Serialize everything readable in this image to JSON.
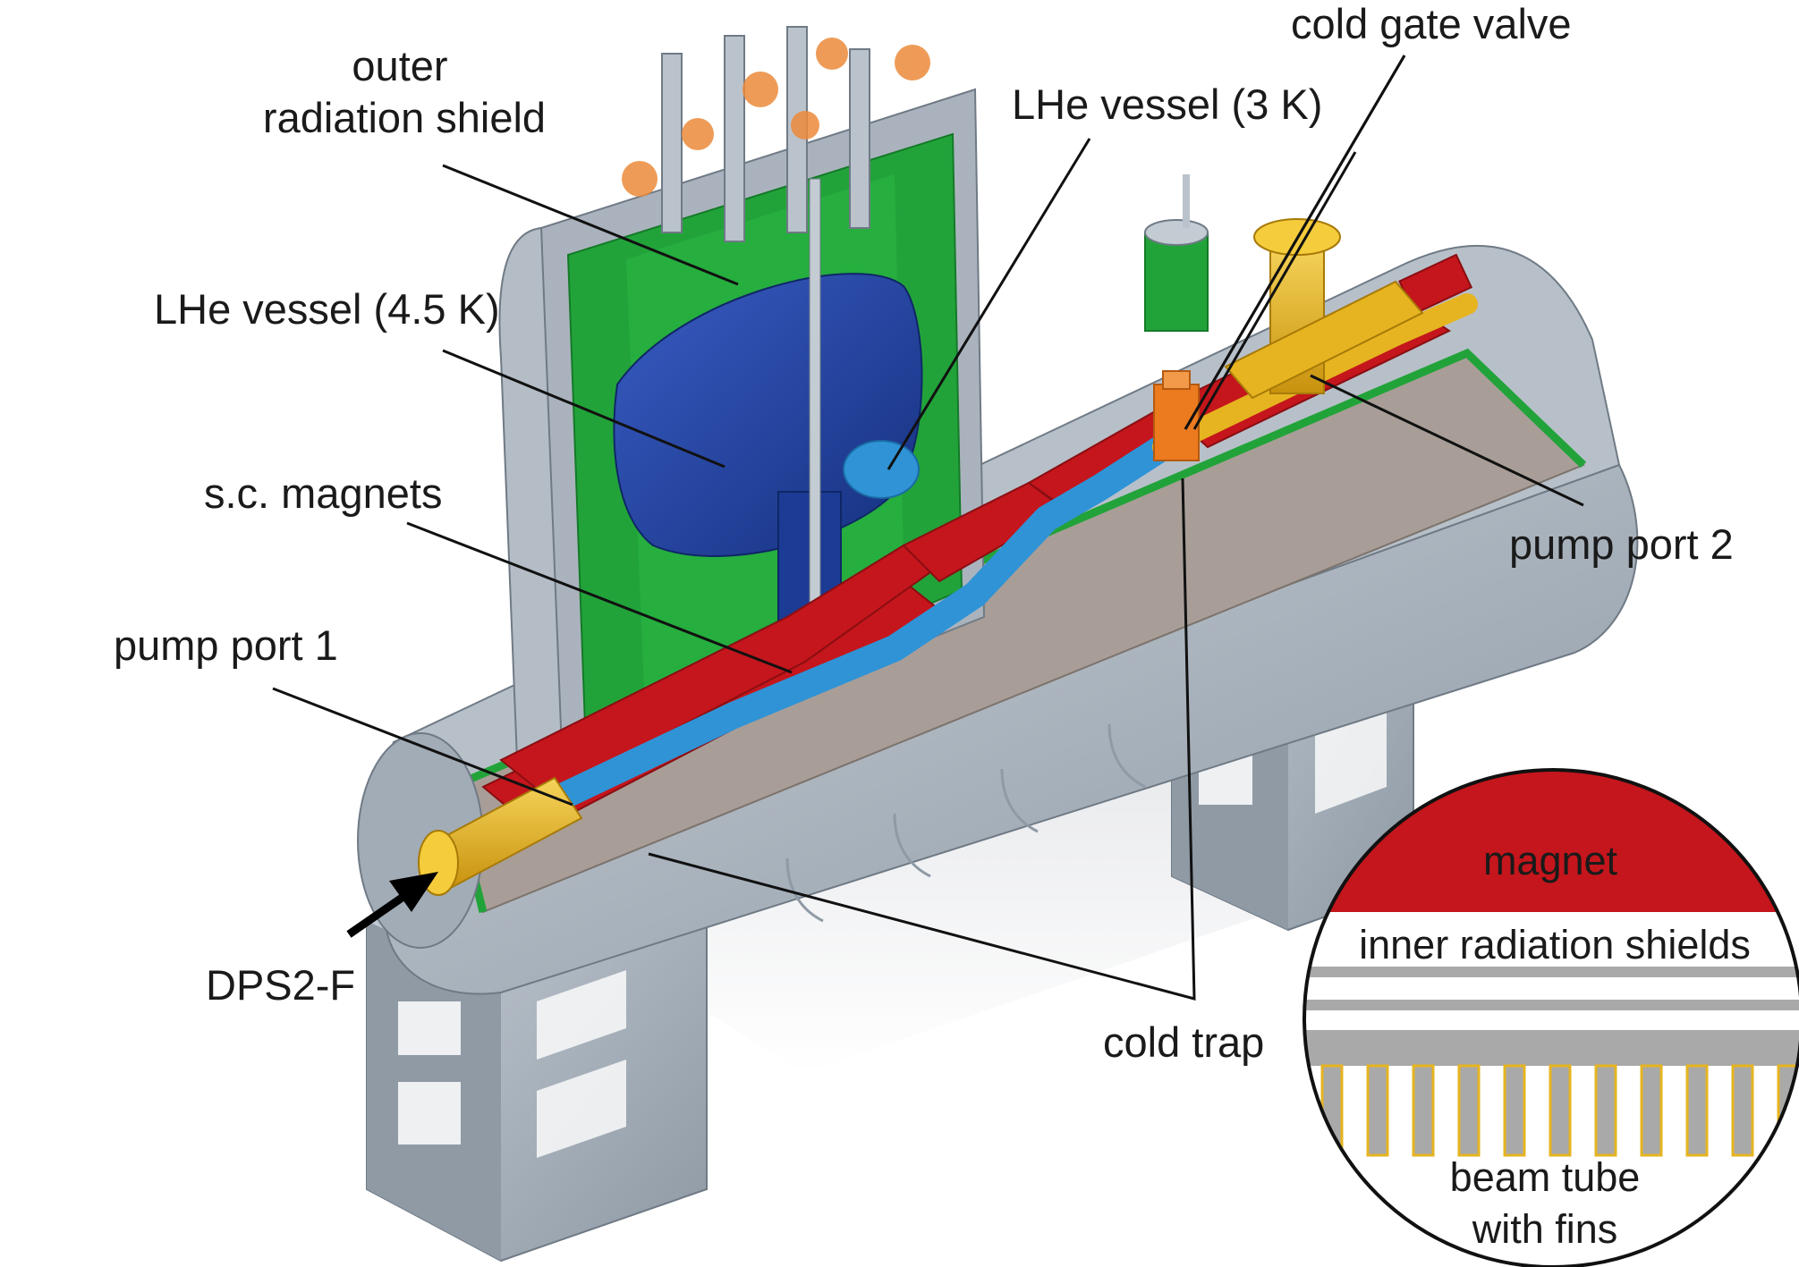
{
  "labels": {
    "outer_radiation_shield_1": "outer",
    "outer_radiation_shield_2": "radiation shield",
    "lhe_vessel_45k": "LHe vessel (4.5 K)",
    "lhe_vessel_3k": "LHe vessel (3 K)",
    "cold_gate_valve": "cold gate valve",
    "sc_magnets": "s.c. magnets",
    "pump_port_1": "pump port 1",
    "pump_port_2": "pump port 2",
    "dps2f": "DPS2-F",
    "cold_trap": "cold trap"
  },
  "zoom": {
    "magnet": "magnet",
    "inner_radiation_shields": "inner radiation shields",
    "beam_tube_1": "beam tube",
    "beam_tube_2": "with fins"
  },
  "colors": {
    "steel": "#a9b3bd",
    "steel_dark": "#7d8893",
    "shield_green": "#22a33a",
    "lhe_blue": "#1f3f9e",
    "beam_blue": "#2f93d6",
    "magnet_red": "#c4161c",
    "port_gold": "#e6b420",
    "valve_orange": "#ec7a1e",
    "floor_taupe": "#a89e97"
  }
}
